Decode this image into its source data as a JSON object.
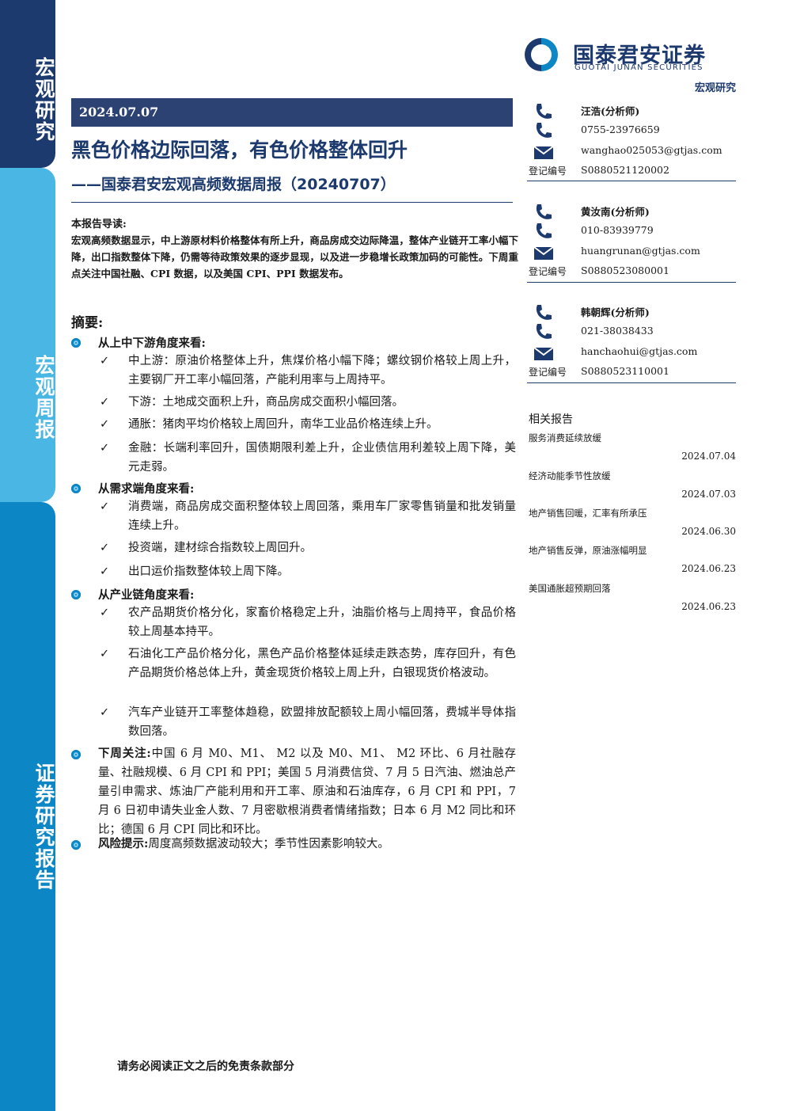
{
  "side_tabs": [
    "宏观研究",
    "宏观周报",
    "证券研究报告"
  ],
  "logo": {
    "cn": "国泰君安证券",
    "en": "GUOTAI JUNAN SECURITIES"
  },
  "header_tag": "宏观研究",
  "date": "2024.07.07",
  "title": "黑色价格边际回落，有色价格整体回升",
  "subtitle": "——国泰君安宏观高频数据周报（20240707）",
  "guide": {
    "heading": "本报告导读:",
    "text": "宏观高频数据显示，中上游原材料价格整体有所上升，商品房成交边际降温，整体产业链开工率小幅下降，出口指数整体下降，仍需等待政策效果的逐步显现，以及进一步稳增长政策加码的可能性。下周重点关注中国社融、CPI 数据，以及美国 CPI、PPI 数据发布。"
  },
  "summary": {
    "heading": "摘要:",
    "sections": [
      {
        "title": "从上中下游角度来看:",
        "items": [
          "中上游：原油价格整体上升，焦煤价格小幅下降；螺纹钢价格较上周上升，主要钢厂开工率小幅回落，产能利用率与上周持平。",
          "下游：土地成交面积上升，商品房成交面积小幅回落。",
          "通胀：猪肉平均价格较上周回升，南华工业品价格连续上升。",
          "金融：长端利率回升，国债期限利差上升，企业债信用利差较上周下降，美元走弱。"
        ]
      },
      {
        "title": "从需求端角度来看:",
        "items": [
          "消费端，商品房成交面积整体较上周回落，乘用车厂家零售销量和批发销量连续上升。",
          "投资端，建材综合指数较上周回升。",
          "出口运价指数整体较上周下降。"
        ]
      },
      {
        "title": "从产业链角度来看:",
        "items": [
          "农产品期货价格分化，家畜价格稳定上升，油脂价格与上周持平，食品价格较上周基本持平。",
          "石油化工产品价格分化，黑色产品价格整体延续走跌态势，库存回升，有色产品期货价格总体上升，黄金现货价格较上周上升，白银现货价格波动。",
          "汽车产业链开工率整体趋稳，欧盟排放配额较上周小幅回落，费城半导体指数回落。"
        ]
      }
    ],
    "next_week_label": "下周关注:",
    "next_week_text": "中国 6 月 M0、M1、 M2 以及 M0、M1、 M2 环比、6 月社融存量、社融规模、6 月 CPI 和 PPI；美国 5 月消费信贷、7 月 5 日汽油、燃油总产量引申需求、炼油厂产能利用和开工率、原油和石油库存，6 月 CPI 和 PPI，7 月 6 日初申请失业金人数、7 月密歇根消费者情绪指数；日本 6 月 M2 同比和环比；德国 6 月 CPI 同比和环比。",
    "risk_label": "风险提示:",
    "risk_text": "周度高频数据波动较大；季节性因素影响较大。"
  },
  "analysts": [
    {
      "name": "汪浩(分析师)",
      "phone": "0755-23976659",
      "email": "wanghao025053@gtjas.com",
      "reg_label": "登记编号",
      "reg": "S0880521120002"
    },
    {
      "name": "黄汝南(分析师)",
      "phone": "010-83939779",
      "email": "huangrunan@gtjas.com",
      "reg_label": "登记编号",
      "reg": "S0880523080001"
    },
    {
      "name": "韩朝辉(分析师)",
      "phone": "021-38038433",
      "email": "hanchaohui@gtjas.com",
      "reg_label": "登记编号",
      "reg": "S0880523110001"
    }
  ],
  "related": {
    "heading": "相关报告",
    "items": [
      {
        "title": "服务消费延续放缓",
        "date": "2024.07.04"
      },
      {
        "title": "经济动能季节性放缓",
        "date": "2024.07.03"
      },
      {
        "title": "地产销售回暖，汇率有所承压",
        "date": "2024.06.30"
      },
      {
        "title": "地产销售反弹，原油涨幅明显",
        "date": "2024.06.23"
      },
      {
        "title": "美国通胀超预期回落",
        "date": "2024.06.23"
      }
    ]
  },
  "footer": "请务必阅读正文之后的免责条款部分",
  "colors": {
    "navy": "#1d3a6e",
    "tab_light": "#49b6e3",
    "tab_mid": "#0c86c4"
  }
}
